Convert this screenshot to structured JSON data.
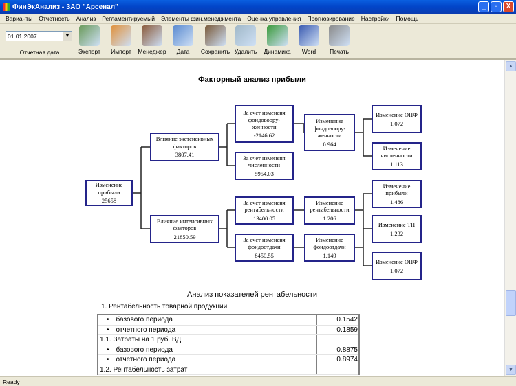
{
  "window": {
    "title": "ФинЭкАнализ - ЗАО \"Арсенал\"",
    "min": "_",
    "max": "▫",
    "close": "X"
  },
  "menu": [
    "Варианты",
    "Отчетность",
    "Анализ",
    "Регламентируемый",
    "Элементы фин.менеджмента",
    "Оценка управления",
    "Прогнозирование",
    "Настройки",
    "Помощь"
  ],
  "toolbar": {
    "date_value": "01.01.2007",
    "date_label": "Отчетная дата",
    "buttons": [
      {
        "label": "Экспорт",
        "color": "#6a9a5a"
      },
      {
        "label": "Импорт",
        "color": "#e0903a"
      },
      {
        "label": "Менеджер",
        "color": "#8a5a3a"
      },
      {
        "label": "Дата",
        "color": "#5a8ad0"
      },
      {
        "label": "Сохранить",
        "color": "#7a5a3a"
      },
      {
        "label": "Удалить",
        "color": "#a0b8c8"
      },
      {
        "label": "Динамика",
        "color": "#3a9a3a"
      },
      {
        "label": "Word",
        "color": "#3a5ab0"
      },
      {
        "label": "Печать",
        "color": "#8a8a8a"
      }
    ]
  },
  "diagram": {
    "title": "Факторный анализ прибыли",
    "root": {
      "label": "Изменение прибыли",
      "value": "25658"
    },
    "ext": {
      "label": "Влияние экстенсивных факторов",
      "value": "3807.41"
    },
    "int": {
      "label": "Влияние интенсивных факторов",
      "value": "21850.59"
    },
    "l3": [
      {
        "label": "За счет измененя фондовоору-женности",
        "value": "-2146.62"
      },
      {
        "label": "За счет измененя численности",
        "value": "5954.03"
      },
      {
        "label": "За счет измененя рентабельности",
        "value": "13400.05"
      },
      {
        "label": "За счет измененя фондоотдачи",
        "value": "8450.55"
      }
    ],
    "l4": [
      {
        "label": "Изменение фондовоору-женности",
        "value": "0.964"
      },
      {
        "label": "Изменение рентабельности",
        "value": "1.206"
      },
      {
        "label": "Изменение фондоотдачи",
        "value": "1.149"
      }
    ],
    "l5": [
      {
        "label": "Изменение ОПФ",
        "value": "1.072"
      },
      {
        "label": "Изменение численности",
        "value": "1.113"
      },
      {
        "label": "Изменение прибыли",
        "value": "1.486"
      },
      {
        "label": "Изменение ТП",
        "value": "1.232"
      },
      {
        "label": "Изменение ОПФ",
        "value": "1.072"
      }
    ]
  },
  "analysis": {
    "title": "Анализ показателей рентабельности",
    "section": "1. Рентабельность товарной продукции",
    "rows": [
      {
        "label": "базового периода",
        "value": "0.1542",
        "bullet": true
      },
      {
        "label": "отчетного периода",
        "value": "0.1859",
        "bullet": true
      },
      {
        "label": "1.1. Затраты на 1 руб. ВД.",
        "value": "",
        "bullet": false
      },
      {
        "label": "базового периода",
        "value": "0.8875",
        "bullet": true
      },
      {
        "label": "отчетного периода",
        "value": "0.8974",
        "bullet": true
      },
      {
        "label": "1.2. Рентабельность затрат",
        "value": "",
        "bullet": false
      }
    ]
  },
  "status": "Ready"
}
